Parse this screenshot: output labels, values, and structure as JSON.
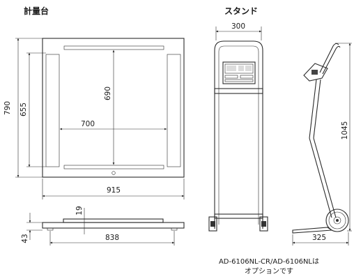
{
  "headings": {
    "platform": "計量台",
    "stand": "スタンド"
  },
  "dimensions": {
    "platform_total_depth": "790",
    "platform_inner_depth": "655",
    "platform_span_690": "690",
    "platform_span_700": "700",
    "platform_width": "915",
    "platform_height": "43",
    "platform_top_plate": "19",
    "platform_base_width": "838",
    "stand_width": "300",
    "stand_height": "1045",
    "stand_depth": "325"
  },
  "note": {
    "line1": "AD-6106NL-CR/AD-6106NLは",
    "line2": "オプションです"
  }
}
